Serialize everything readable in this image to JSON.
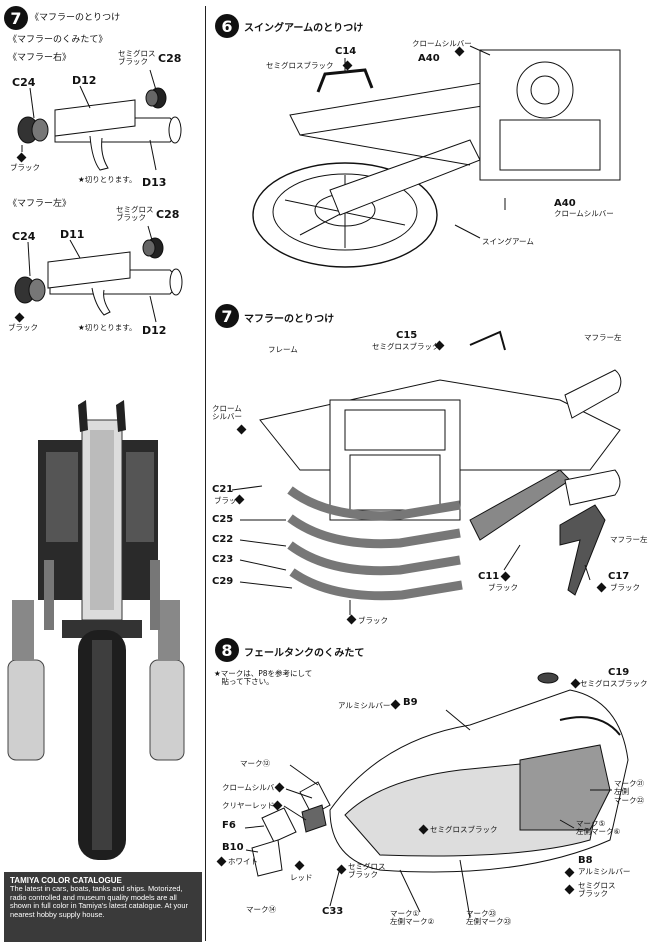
{
  "left_panel": {
    "step_number": "7",
    "step_title": "《マフラーのとりつけ",
    "sub_title": "《マフラーのくみたて》",
    "right_muffler": {
      "title": "《マフラー右》",
      "parts": [
        "C24",
        "D12",
        "C28",
        "D13"
      ],
      "semigloss_label": "セミグロス\nブラック",
      "black_label": "ブラック",
      "cut_note": "★切りとります。"
    },
    "left_muffler": {
      "title": "《マフラー左》",
      "parts": [
        "C24",
        "D11",
        "C28",
        "D12"
      ],
      "semigloss_label": "セミグロス\nブラック",
      "black_label": "ブラック",
      "cut_note": "★切りとります。"
    }
  },
  "catalogue": {
    "title": "TAMIYA COLOR CATALOGUE",
    "body": "The latest in cars, boats, tanks and ships. Motorized, radio controlled and museum quality models are all shown in full color in Tamiya's latest catalogue. At your nearest hobby supply house."
  },
  "step6": {
    "number": "6",
    "title": "スイングアームのとりつけ",
    "labels": {
      "c14": "C14",
      "semigloss_black": "セミグロスブラック",
      "chrome_silver": "クロームシルバー",
      "a40_top": "A40",
      "a40_bottom": "A40",
      "chrome_silver_bottom": "クロームシルバー",
      "swing_arm": "スイングアーム"
    }
  },
  "step7": {
    "number": "7",
    "title": "マフラーのとりつけ",
    "labels": {
      "c15": "C15",
      "semigloss_black": "セミグロスブラック",
      "frame": "フレーム",
      "muffler_left_top": "マフラー左",
      "chrome_silver": "クローム\nシルバー",
      "c21": "C21",
      "black_c21": "ブラック",
      "c25": "C25",
      "c22": "C22",
      "c23": "C23",
      "c29": "C29",
      "c11": "C11",
      "black_c11": "ブラック",
      "c17": "C17",
      "black_c17": "ブラック",
      "muffler_left_mid": "マフラー左",
      "black_bottom": "ブラック"
    }
  },
  "step8": {
    "number": "8",
    "title": "フェールタンクのくみたて",
    "note": "★マークは、P8を参考にして\n　貼って下さい。",
    "labels": {
      "c19": "C19",
      "semigloss_black_c19": "セミグロスブラック",
      "aluminum_silver_b9": "アルミシルバー",
      "b9": "B9",
      "mark12": "マーク⑫",
      "chrome_silver": "クロームシルバー",
      "clear_red": "クリヤーレッド",
      "f6": "F6",
      "b10": "B10",
      "white": "ホワイト",
      "red": "レッド",
      "semigloss_black_small": "セミグロス\nブラック",
      "mark14": "マーク⑭",
      "c33": "C33",
      "mark21": "マーク㉑\n左側\nマーク㉒",
      "mark5": "マーク⑤\n左側マーク⑥",
      "semigloss_black_mid": "セミグロスブラック",
      "b8": "B8",
      "aluminum_silver_b8": "アルミシルバー",
      "semigloss_black_b8": "セミグロス\nブラック",
      "mark1": "マーク①\n左側マーク②",
      "mark23": "マーク㉓\n左側マーク㉓"
    }
  }
}
